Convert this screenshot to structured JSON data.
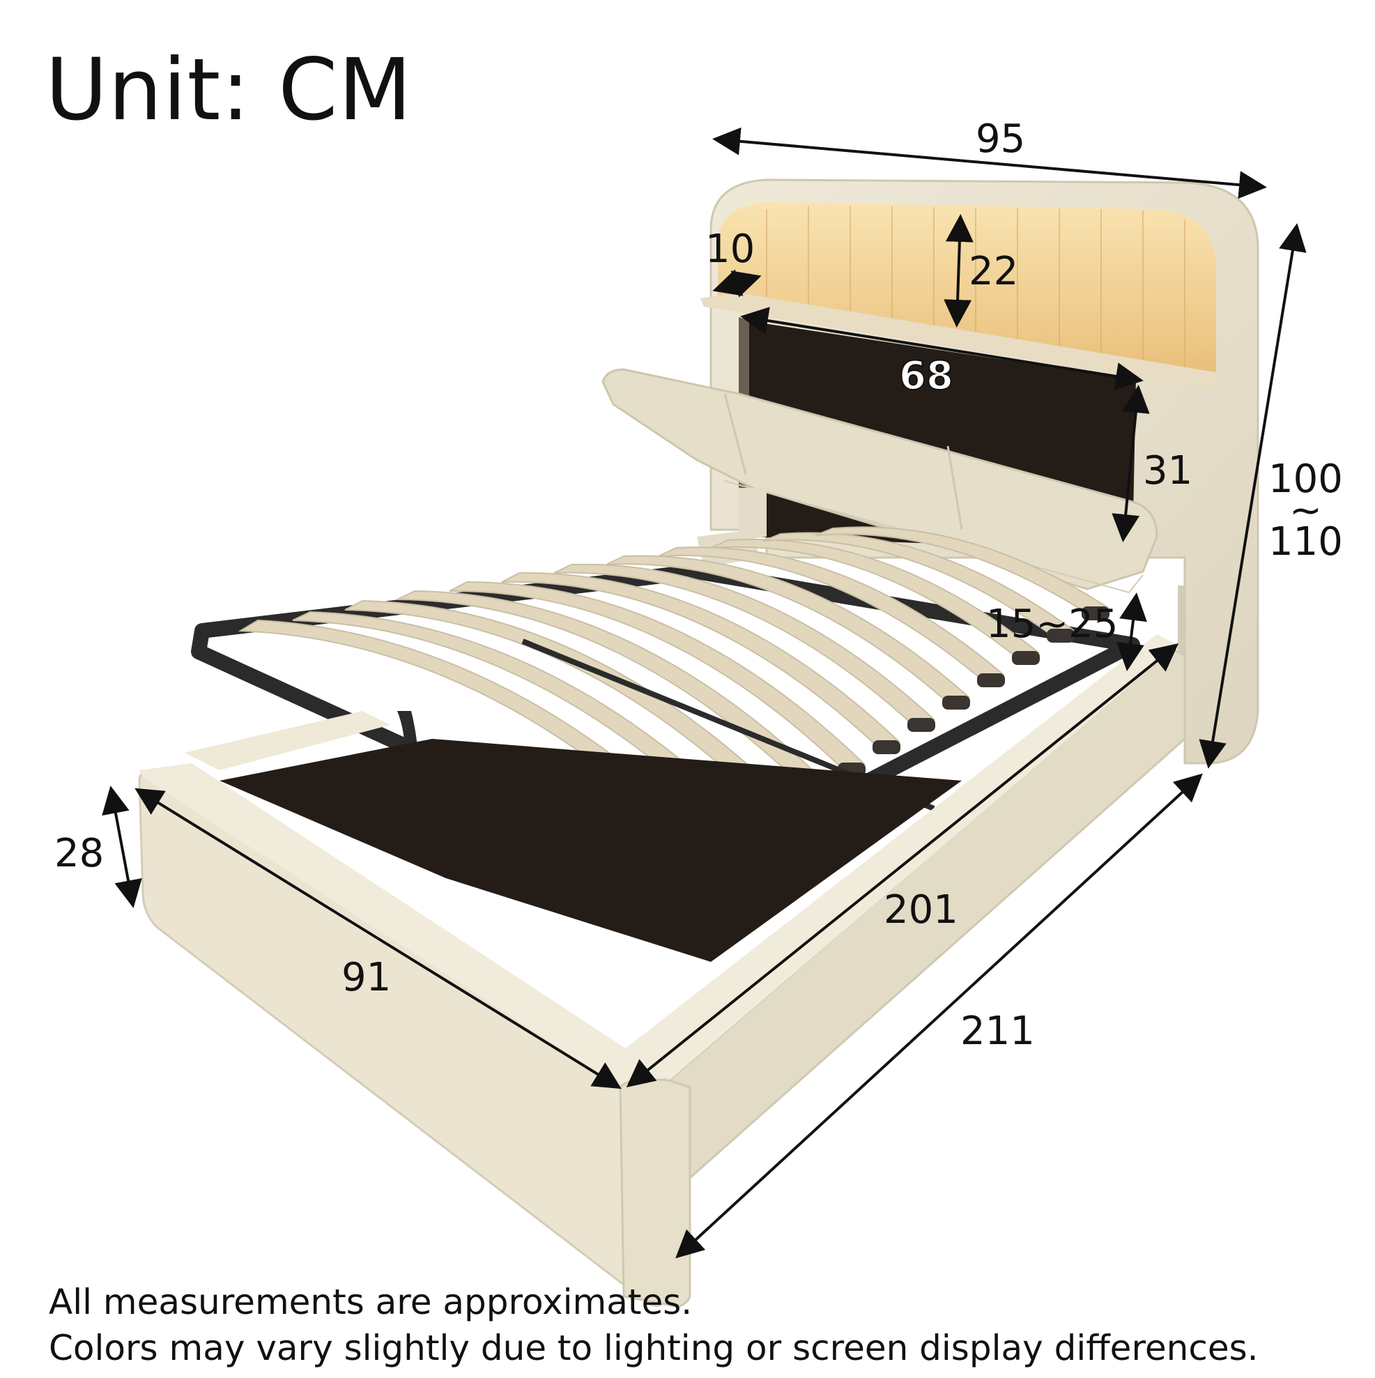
{
  "unit_title": "Unit: CM",
  "dimensions": {
    "width_headboard": "95",
    "shelf_depth": "10",
    "shelf_height": "22",
    "storage_width": "68",
    "storage_height": "31",
    "total_height_top": "100",
    "total_height_sep": "~",
    "total_height_bottom": "110",
    "lift_gap": "15~25",
    "base_height": "28",
    "inner_length": "201",
    "foot_width": "91",
    "total_length": "211"
  },
  "notes": {
    "line1": "All measurements are approximates.",
    "line2": "Colors may vary slightly due to lighting or screen display differences."
  },
  "colors": {
    "upholstery": "#ebe4d1",
    "upholstery_shadow": "#d4ccb6",
    "slat": "#e2d7bd",
    "frame_metal": "#2b2b2b",
    "led_glow": "#f6d9a0",
    "storage_dark": "#241c17",
    "arrow": "#111111"
  },
  "icons": {
    "arrow_marker": "double-headed-arrow-icon"
  }
}
